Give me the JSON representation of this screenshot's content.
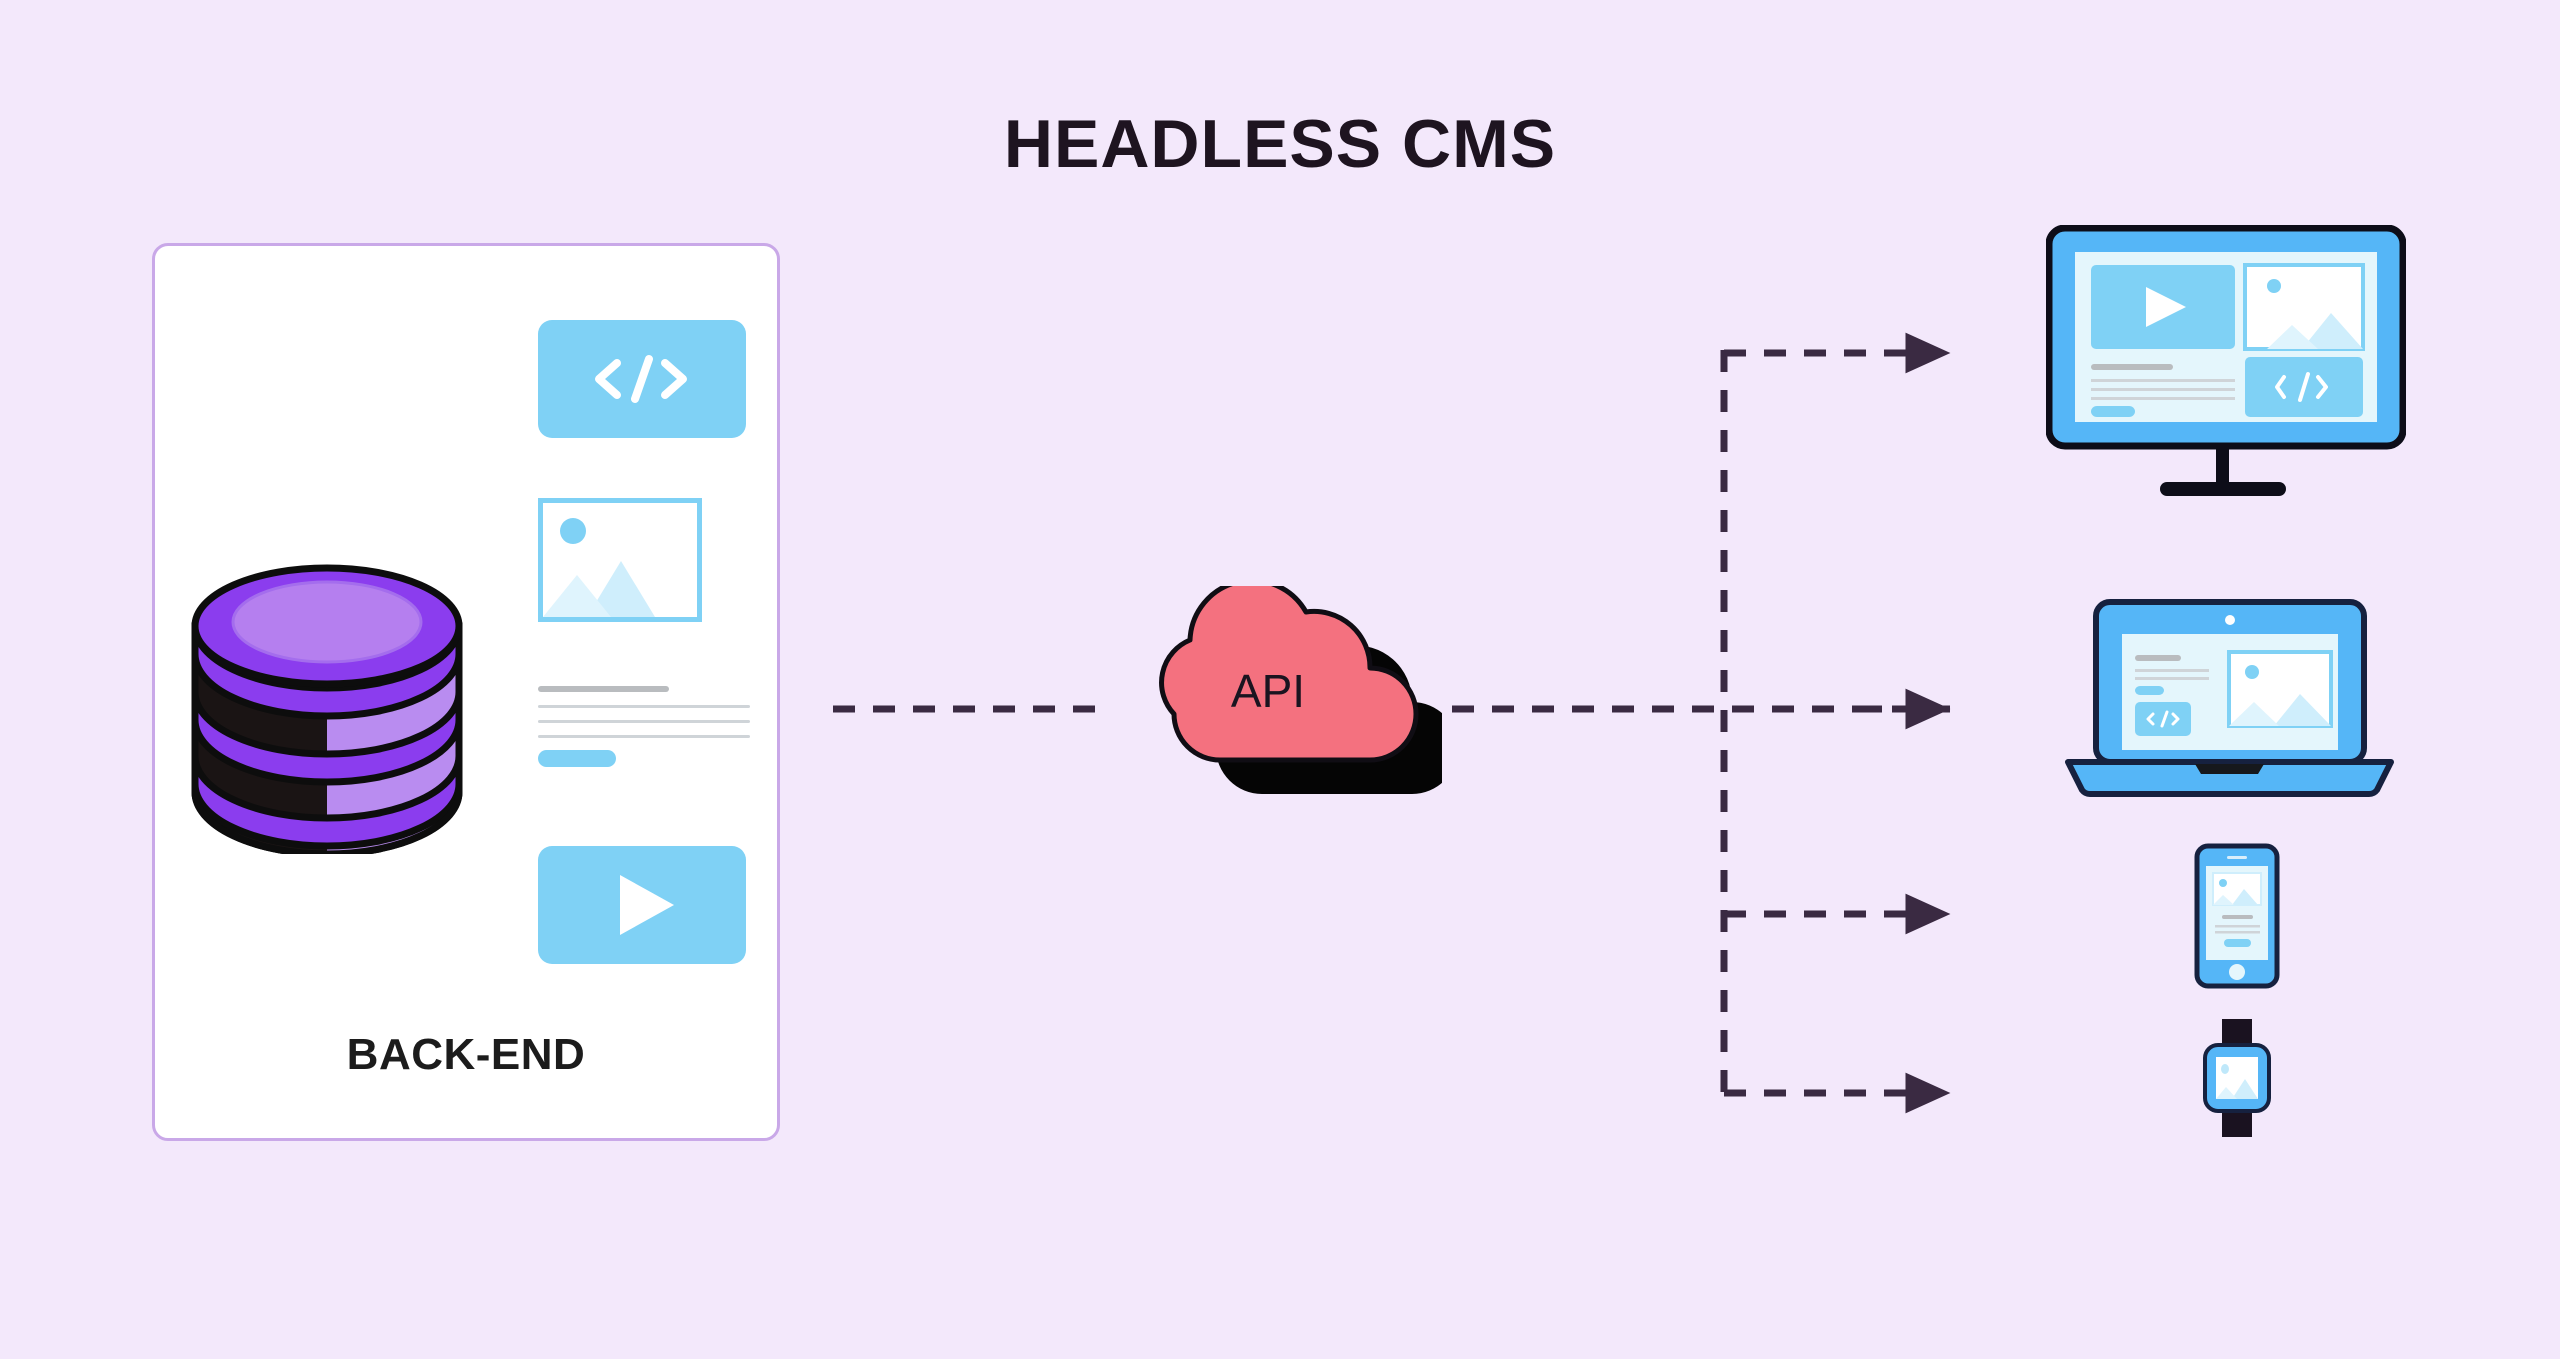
{
  "page": {
    "title": "HEADLESS CMS",
    "background_color": "#f3e8fb"
  },
  "backend": {
    "label": "BACK-END",
    "card_bg": "#ffffff",
    "card_border": "#c9a8e8",
    "database_icon": "database-cylinder-icon",
    "database_colors": {
      "top_light": "#b57fef",
      "ring": "#8b3dee",
      "body_light": "#b98cf0",
      "body_dark": "#1a1414",
      "outline": "#0d0d0d"
    },
    "assets": [
      {
        "name": "code-block",
        "glyph": "< />",
        "color": "#7fd1f5"
      },
      {
        "name": "image-placeholder",
        "glyph": "image-icon",
        "color": "#7fd1f5"
      },
      {
        "name": "text-lines",
        "glyph": "text-lines-icon",
        "color": "#cfd4d8"
      },
      {
        "name": "video-block",
        "glyph": "play-icon",
        "color": "#7fd1f5"
      }
    ]
  },
  "api": {
    "label": "API",
    "cloud_color": "#f4717f",
    "shadow_color": "#050505",
    "outline_color": "#100d14"
  },
  "connectors": {
    "color": "#3a2a42",
    "style": "dashed",
    "arrowhead": "filled-triangle",
    "segments": [
      {
        "name": "backend-to-api",
        "from": "backend-card",
        "to": "api-cloud",
        "arrow": false
      },
      {
        "name": "api-to-trunk",
        "from": "api-cloud",
        "to": "distribution-trunk",
        "arrow": false
      },
      {
        "name": "trunk-to-monitor",
        "from": "distribution-trunk",
        "to": "monitor",
        "arrow": true
      },
      {
        "name": "trunk-to-laptop",
        "from": "distribution-trunk",
        "to": "laptop",
        "arrow": true
      },
      {
        "name": "trunk-to-phone",
        "from": "distribution-trunk",
        "to": "phone",
        "arrow": true
      },
      {
        "name": "trunk-to-watch",
        "from": "distribution-trunk",
        "to": "watch",
        "arrow": true
      }
    ]
  },
  "devices": [
    {
      "name": "monitor",
      "frame_color": "#55b6f7",
      "bezel_color": "#0d0d18",
      "screen_color": "#e4f6fc",
      "content": [
        "video-panel",
        "image-panel",
        "text-lines",
        "pill-button",
        "code-panel"
      ]
    },
    {
      "name": "laptop",
      "frame_color": "#55b6f7",
      "bezel_color": "#16213f",
      "screen_color": "#e4f6fc",
      "content": [
        "text-lines",
        "pill-button",
        "code-panel",
        "image-panel",
        "webcam-dot"
      ]
    },
    {
      "name": "phone",
      "frame_color": "#55b6f7",
      "bezel_color": "#16213f",
      "screen_color": "#e4f6fc",
      "content": [
        "image-panel",
        "text-lines",
        "pill-button",
        "home-button",
        "earpiece"
      ]
    },
    {
      "name": "smartwatch",
      "frame_color": "#55b6f7",
      "bezel_color": "#16213f",
      "strap_color": "#1a1220",
      "screen_color": "#ffffff",
      "content": [
        "image-panel"
      ]
    }
  ],
  "palette": {
    "accent_blue": "#7fd1f5",
    "device_blue": "#55b6f7",
    "screen_light": "#e4f6fc",
    "purple_db": "#8b3dee",
    "pink_api": "#f4717f",
    "lavender_bg": "#f3e8fb",
    "line_dark": "#3a2a42"
  }
}
